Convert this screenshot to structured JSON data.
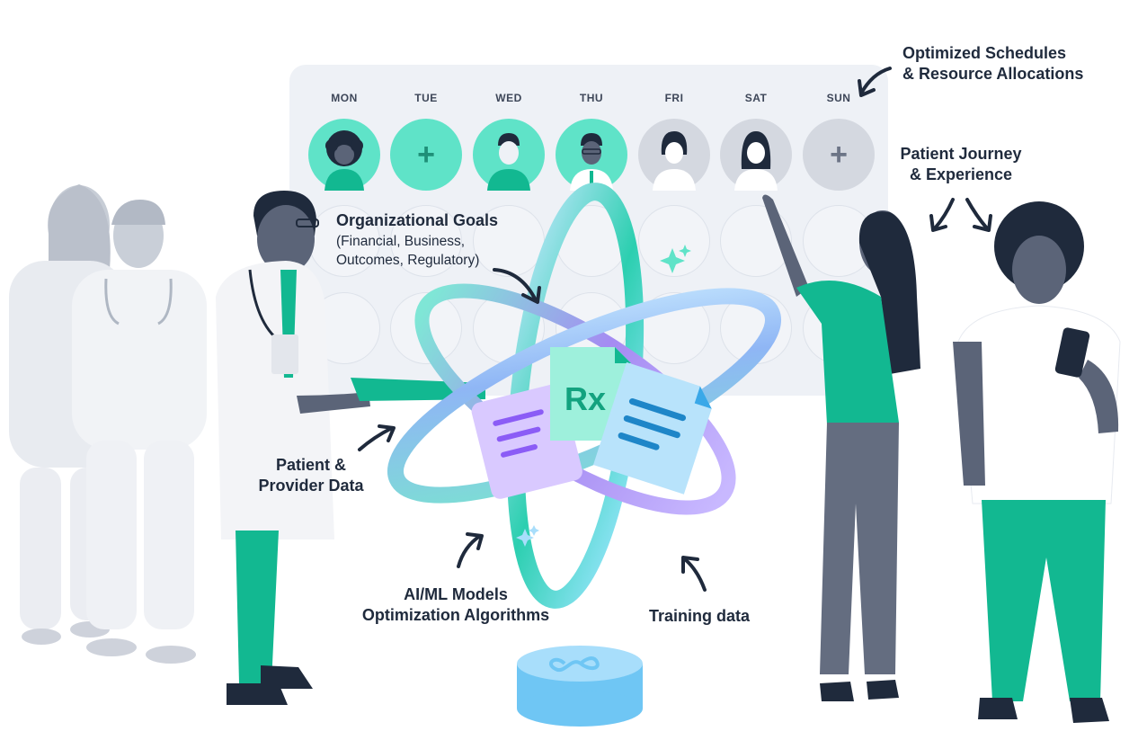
{
  "schedule": {
    "days": [
      "MON",
      "TUE",
      "WED",
      "THU",
      "FRI",
      "SAT",
      "SUN"
    ],
    "row1": [
      "provider",
      "add",
      "provider",
      "provider",
      "provider",
      "provider",
      "add"
    ],
    "add_symbol": "+"
  },
  "labels": {
    "optimized_line1": "Optimized Schedules",
    "optimized_line2": "& Resource Allocations",
    "journey_line1": "Patient Journey",
    "journey_line2": "& Experience",
    "org_goals_title": "Organizational Goals",
    "org_goals_line1": "(Financial, Business,",
    "org_goals_line2": "Outcomes, Regulatory)",
    "patient_data_line1": "Patient &",
    "patient_data_line2": "Provider Data",
    "aiml_line1": "AI/ML Models",
    "aiml_line2": "Optimization Algorithms",
    "training": "Training data",
    "rx": "Rx"
  },
  "colors": {
    "teal": "#5fe3c8",
    "green": "#12b891",
    "navy": "#1f2a3c",
    "blue": "#7ccdf6",
    "purple": "#a58bf2"
  },
  "icons": [
    "plus-icon",
    "infinity-icon",
    "sparkle-icon",
    "arrow-icon",
    "document-icon",
    "prescription-icon",
    "phone-icon",
    "stethoscope-icon",
    "clipboard-icon"
  ]
}
